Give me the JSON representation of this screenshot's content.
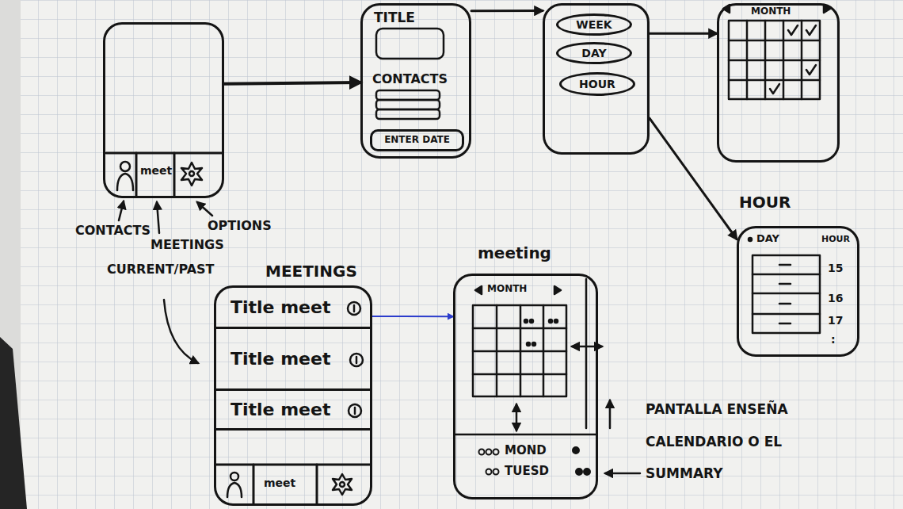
{
  "diagram": {
    "nodes": [
      {
        "text": [
          "meet"
        ]
      },
      {
        "text": [
          "TITLE",
          "CONTACTS"
        ]
      },
      {
        "text": [
          "ENTER DATE"
        ],
        "in": 1
      },
      {
        "text": []
      },
      {
        "text": [
          "WEEK"
        ],
        "in": 3
      },
      {
        "text": [
          "DAY"
        ],
        "in": 3
      },
      {
        "text": [
          "HOUR"
        ],
        "in": 3
      },
      {
        "text": [
          "MONTH"
        ]
      },
      {
        "text": [
          "HOUR",
          "DAY",
          "HOUR",
          "15",
          "16",
          "17",
          ":"
        ]
      },
      {
        "text": [
          "MEETINGS",
          "meet"
        ]
      },
      {
        "text": [
          "Title meet"
        ],
        "in": 9
      },
      {
        "text": [
          "Title meet"
        ],
        "in": 9
      },
      {
        "text": [
          "Title meet"
        ],
        "in": 9
      },
      {
        "text": [
          "meeting",
          "MONTH",
          "MOND",
          "TUESD"
        ]
      }
    ],
    "edges": [
      {
        "from": 0,
        "to": 1,
        "arrow": "to"
      },
      {
        "from": 1,
        "to": 3,
        "arrow": "to"
      },
      {
        "from": 3,
        "to": 7,
        "arrow": "to"
      },
      {
        "from": 3,
        "to": 8,
        "arrow": "to"
      },
      {
        "from": 9,
        "to": 13,
        "arrow": "to"
      }
    ],
    "labels": [
      "CONTACTS",
      "MEETINGS",
      "CURRENT/PAST",
      "OPTIONS",
      "PANTALLA ENSEÑA",
      "CALENDARIO O EL",
      "SUMMARY"
    ]
  }
}
